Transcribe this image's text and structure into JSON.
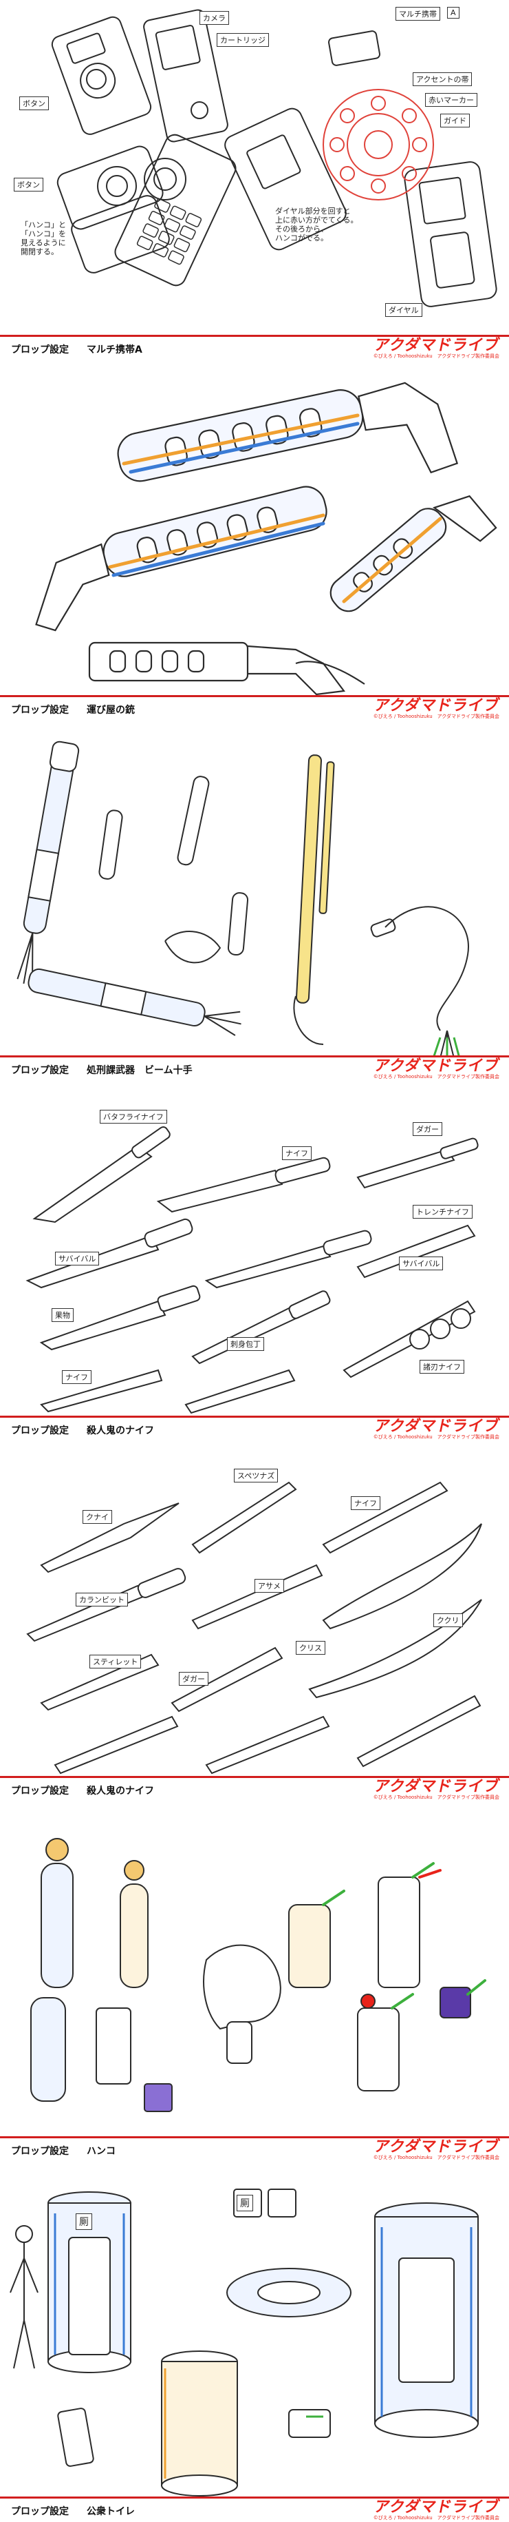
{
  "sheets": [
    {
      "category": "プロップ設定",
      "title": "マルチ携帯A",
      "labels": [
        "マルチ携帯",
        "A",
        "カメラ",
        "ボタン",
        "カートリッジ",
        "アクセントの帯",
        "赤いマーカー",
        "ボタン",
        "ガイド",
        "ダイヤル"
      ],
      "notes": [
        "「ハンコ」と\n「ハンコ」を\n見えるように\n開閉する。",
        "ダイヤル部分を回すと\n上に赤い方がでてくる。\nその後ろから、\nハンコがでる。"
      ]
    },
    {
      "category": "プロップ設定",
      "title": "運び屋の銃",
      "labels": [],
      "notes": []
    },
    {
      "category": "プロップ設定",
      "title": "処刑課武器　ビーム十手",
      "labels": [],
      "notes": []
    },
    {
      "category": "プロップ設定",
      "title": "殺人鬼のナイフ",
      "labels": [
        "バタフライナイフ",
        "ナイフ",
        "ダガー",
        "トレンチナイフ",
        "サバイバル",
        "果物",
        "サバイバル",
        "刺身包丁",
        "ナイフ",
        "諸刃ナイフ"
      ],
      "notes": []
    },
    {
      "category": "プロップ設定",
      "title": "殺人鬼のナイフ",
      "labels": [
        "クナイ",
        "スペツナズ",
        "アサメ",
        "ククリ",
        "カランビット",
        "ナイフ",
        "スティレット",
        "ダガー",
        "クリス"
      ],
      "notes": []
    },
    {
      "category": "プロップ設定",
      "title": "ハンコ",
      "labels": [],
      "notes": []
    },
    {
      "category": "プロップ設定",
      "title": "公衆トイレ",
      "labels": [
        "厠"
      ],
      "notes": []
    }
  ],
  "logo": {
    "main": "アクダマドライブ",
    "sub": "©ぴえろ / Toohooshizuku　アクダマドライブ製作委員会"
  },
  "colors": {
    "accent_red": "#d21e1e",
    "logo_red": "#e8231a",
    "sketch_line": "#2b2b2b",
    "blue_shade": "#3a7bd5",
    "orange_shade": "#f0a030",
    "yellow_shade": "#e8c020",
    "green_shade": "#3db03d",
    "purple_shade": "#5a3aa8"
  }
}
